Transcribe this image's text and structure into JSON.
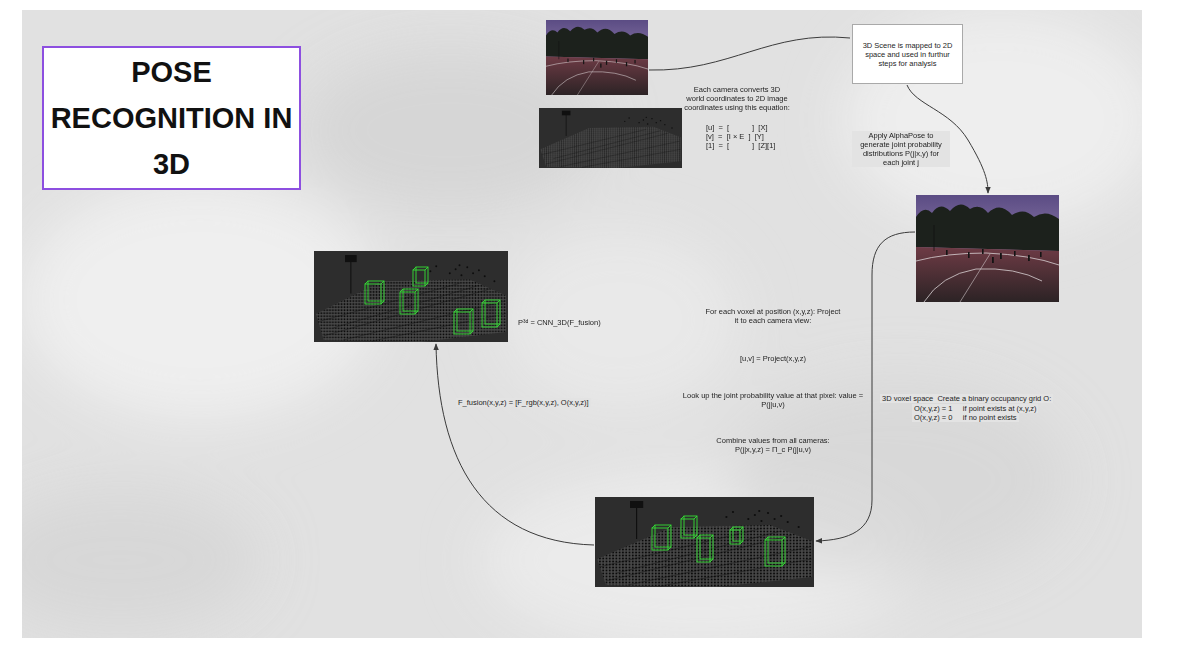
{
  "diagram": {
    "title": "POSE RECOGNITION IN 3D",
    "nodes": [
      {
        "text": [
          "3D Scene is mapped to 2D space and used in furthur steps for analysis"
        ]
      }
    ],
    "labels": [
      "Each camera converts 3D world coordinates to 2D image coordinates using this equation:",
      "[u]  =  [           ]  [X]",
      "[v]  =  [I × E  ]  [Y]",
      "[1]  =  [           ]  [Z][1]",
      "Apply AlphaPose to generate joint probability distributions P(j|x,y) for each joint j",
      "P³ᵈ = CNN_3D(F_fusion)",
      "F_fusion(x,y,z) = [F_rgb(x,y,z), O(x,y,z)]",
      "For each voxel at position (x,y,z): Project it to each camera view:",
      "[u,v] = Project(x,y,z)",
      "Look up the joint probability value at that pixel: value = P(j|u,v)",
      "Combine values from all cameras: P(j|x,y,z) = Π_c P(j|u,v)",
      "3D voxel space  Create a binary occupancy grid O:",
      "O(x,y,z) = 1     if point exists at (x,y,z)",
      "O(x,y,z) = 0     if no point exists"
    ]
  }
}
